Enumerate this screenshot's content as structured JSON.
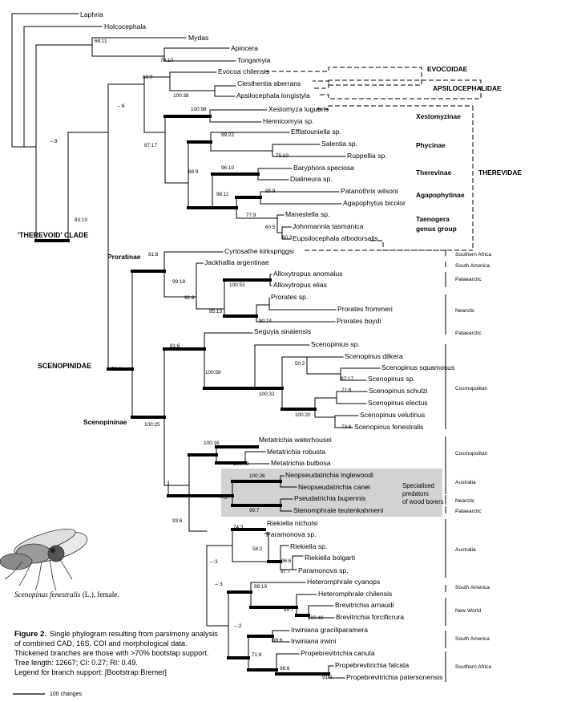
{
  "figure": {
    "caption_title": "Figure 2.",
    "caption_lines": [
      "Single phylogram resulting from parsimony analysis",
      "of combined CAD, 16S, COI and morphological data.",
      "Thickened branches are those with >70% bootstap support.",
      "Tree length: 12667; CI: 0.27; RI: 0.49.",
      "Legend for branch support: [Bootstrap:Bremer]"
    ],
    "illustration_caption_species": "Scenopinus fenestralis",
    "illustration_caption_rest": " (L.), female.",
    "scale_label": "100 changes"
  },
  "taxa": [
    "Laphria",
    "Holcocephala",
    "Mydas",
    "Apiocera",
    "Tongamyia",
    "Evocoa chilensis",
    "Clesthentia aberrans",
    "Apsilocephala longistyla",
    "Xestomyza lugubris",
    "Hennicomyia sp.",
    "Efflatouniella sp.",
    "Salentia sp.",
    "Ruppellia sp.",
    "Baryphora speciosa",
    "Dialineura sp.",
    "Patanothrix wilsoni",
    "Agapophytus bicolor",
    "Manestella sp.",
    "Johnmannia tasmanica",
    "Eupsilocephala albodorsalis",
    "Cyrtosathe kirkspriggsi",
    "Jackhallia argentinae",
    "Alloxytropus anomalus",
    "Alloxytropus elias",
    "Prorates sp.",
    "Prorates frommeri",
    "Prorates boydi",
    "Seguyia sinaiensis",
    "Scenopinius sp.",
    "Scenopinus dilkera",
    "Scenopinus squamosus",
    "Scenopinus sp.",
    "Scenopinus schulzi",
    "Scenopinus electus",
    "Scenopinus velutinus",
    "Scenopinus fenestralis",
    "Metatrichia waterhousei",
    "Metatrichia robusta",
    "Metatrichia bulbosa",
    "Neopseudatrichia inglewoodi",
    "Neopseudatrichia canei",
    "Pseudatrichia bupennis",
    "Stenomphrale teutenkahmeni",
    "Riekiella nicholsi",
    "Paramonova sp.",
    "Riekiella sp.",
    "Riekiella bolgarti",
    "Paramonova sp.",
    "Heteromphrale cyanops",
    "Heteromphrale chilensis",
    "Brevitrichia arnaudi",
    "Brevitrichia forcificrura",
    "Irwiniana graciliparamera",
    "Irwiniana irwini",
    "Propebrevitrichia canuta",
    "Propebrevitrichia falcata",
    "Propebrevitrichia patersonensis"
  ],
  "support_labels": [
    "68:11",
    "70:10",
    "60:9",
    "100:38",
    "--:6",
    "100:98",
    "87:17",
    "99:22",
    "75:10",
    "68:9",
    "96:10",
    "98:11",
    "95:9",
    "77:9",
    "60:5",
    "90:3",
    "83:10",
    "--:9",
    "81:8",
    "99:18",
    "100:53",
    "92:8",
    "95:13",
    "90:74",
    "81:6",
    "100:58",
    "50:2",
    "97:17",
    "100:32",
    "71:6",
    "100:20",
    "73:6",
    "73:6",
    "100:25",
    "100:16",
    "100:43",
    "100:26",
    "--:3",
    "99:7",
    "93:6",
    "74:3",
    "58:2",
    "96:6",
    "97:7",
    "--:3",
    "99:19",
    "85:7",
    "100:40",
    "--:2",
    "99:6",
    "71:8",
    "98:6",
    "91:3",
    "--:3"
  ],
  "family_labels": [
    "EVOCOIDAE",
    "APSILOCEPHALIDAE",
    "THEREVIDAE"
  ],
  "subfamily_labels": [
    "Xestomyzinae",
    "Phycinae",
    "Therevinae",
    "Agapophytinae",
    "Taenogera",
    "genus group"
  ],
  "clade_labels": {
    "therevoid": "'THEREVOID' CLADE",
    "scenopinidae": "SCENOPINIDAE",
    "proratinae": "Proratinae",
    "scenopininae": "Scenopininae"
  },
  "regions": [
    "Southern Africa",
    "South America",
    "Palaearctic",
    "Nearctic",
    "Palaearctic",
    "Cosmopolitan",
    "Cosmopolitan",
    "Australia",
    "Nearctic",
    "Palaearctic",
    "Australia",
    "South America",
    "New World",
    "South America",
    "Southern Africa"
  ],
  "predator_note": [
    "Specialised",
    "predators",
    "of wood borers"
  ]
}
